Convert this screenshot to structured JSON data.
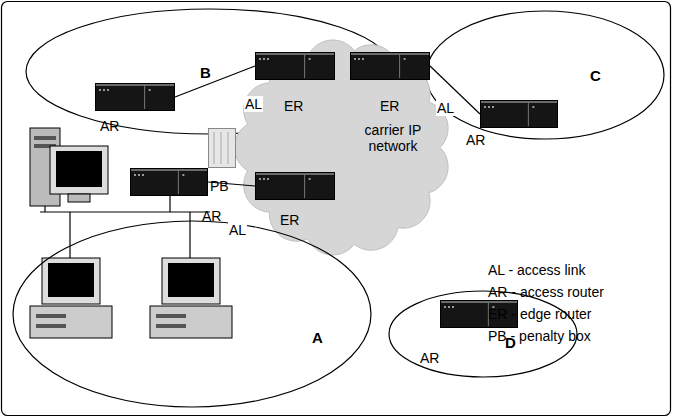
{
  "diagram": {
    "nodes": [
      {
        "text": [
          "B"
        ]
      },
      {
        "text": [
          "AR"
        ],
        "in": 0
      },
      {
        "text": [
          "C"
        ]
      },
      {
        "text": [
          "AR"
        ],
        "in": 2
      },
      {
        "text": [
          "carrier IP network"
        ]
      },
      {
        "text": [
          "ER"
        ],
        "in": 4
      },
      {
        "text": [
          "ER"
        ],
        "in": 4
      },
      {
        "text": [
          "ER"
        ],
        "in": 4
      },
      {
        "text": [
          "PB"
        ]
      },
      {
        "text": [
          "A"
        ]
      },
      {
        "text": [
          "AR"
        ],
        "in": 9
      },
      {
        "text": [
          "D"
        ]
      },
      {
        "text": [
          "AR"
        ],
        "in": 11
      }
    ],
    "edges": [
      {
        "from": 1,
        "to": 5,
        "label": "AL",
        "arrow": "none"
      },
      {
        "from": 3,
        "to": 6,
        "label": "AL",
        "arrow": "none"
      },
      {
        "from": 10,
        "to": 7,
        "label": "AL",
        "arrow": "none"
      }
    ],
    "labels": [
      "AL - access link",
      "AR - access router",
      "ER - edge router",
      "PB - penalty box"
    ]
  }
}
